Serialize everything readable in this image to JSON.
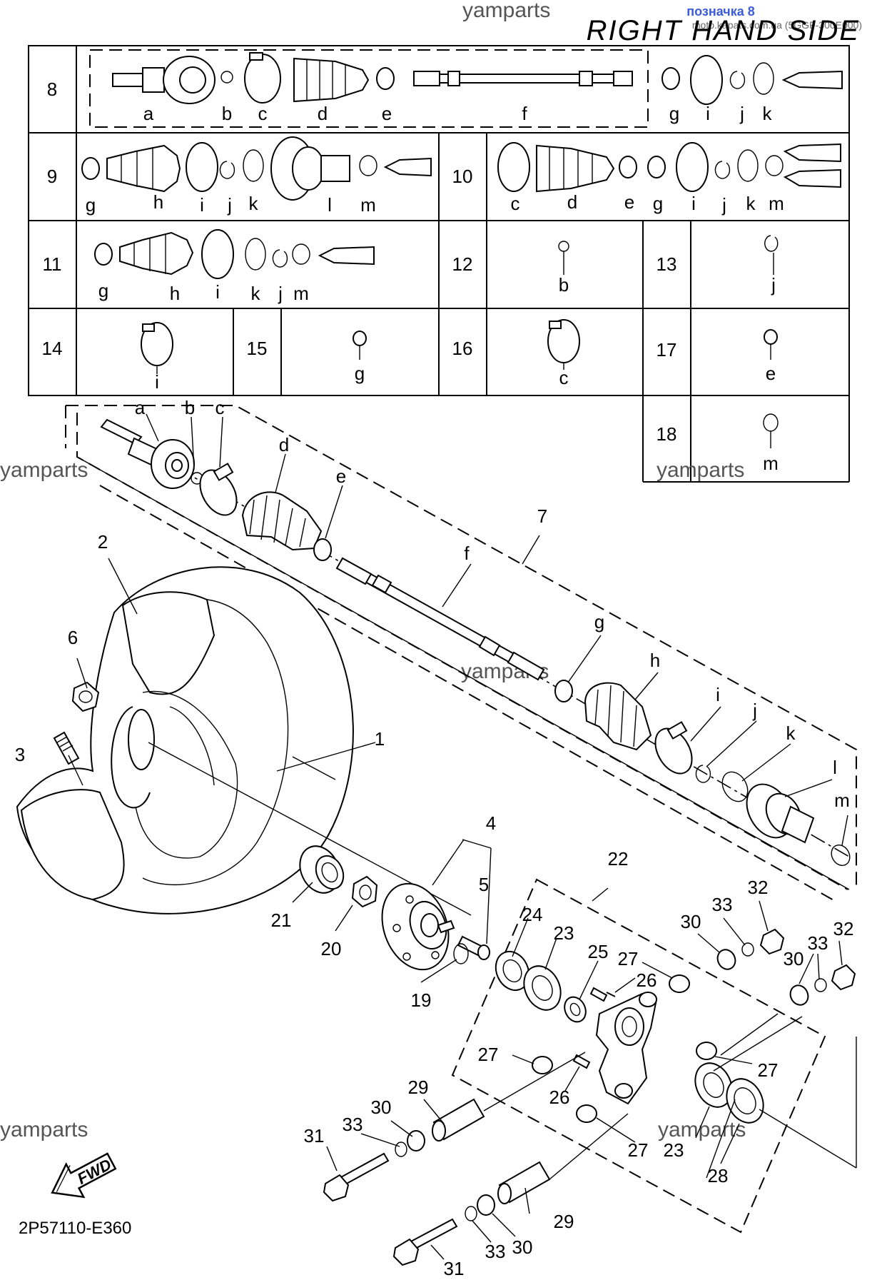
{
  "header": {
    "watermark_top": "yamparts",
    "badge": "позначка 8",
    "source_text": "moto.kapats.com.ua (5GGF-300E000)",
    "title": "RIGHT HAND SIDE"
  },
  "table": {
    "row8": {
      "num": "8",
      "letters": [
        "a",
        "b",
        "c",
        "d",
        "e",
        "f",
        "g",
        "i",
        "j",
        "k"
      ]
    },
    "row9": {
      "num": "9",
      "letters": [
        "g",
        "h",
        "i",
        "j",
        "k",
        "l",
        "m"
      ]
    },
    "row10": {
      "num": "10",
      "letters": [
        "c",
        "d",
        "e",
        "g",
        "i",
        "j",
        "k",
        "m"
      ]
    },
    "row11": {
      "num": "11",
      "letters": [
        "g",
        "h",
        "i",
        "k",
        "j",
        "m"
      ]
    },
    "row12": {
      "num": "12",
      "letter": "b"
    },
    "row13": {
      "num": "13",
      "letter": "j"
    },
    "row14": {
      "num": "14",
      "letter": "i"
    },
    "row15": {
      "num": "15",
      "letter": "g"
    },
    "row16": {
      "num": "16",
      "letter": "c"
    },
    "row17": {
      "num": "17",
      "letter": "e"
    },
    "row18": {
      "num": "18",
      "letter": "m"
    }
  },
  "watermarks": [
    "yamparts",
    "yamparts",
    "yamparts",
    "yamparts",
    "yamparts"
  ],
  "callouts": {
    "a": "a",
    "b": "b",
    "c": "c",
    "d": "d",
    "e": "e",
    "f": "f",
    "g": "g",
    "h": "h",
    "i": "i",
    "j": "j",
    "k": "k",
    "l": "l",
    "m": "m",
    "n1": "1",
    "n2": "2",
    "n3": "3",
    "n4": "4",
    "n5": "5",
    "n6": "6",
    "n7": "7",
    "n19": "19",
    "n20": "20",
    "n21": "21",
    "n22": "22",
    "n23a": "23",
    "n23b": "23",
    "n24": "24",
    "n25": "25",
    "n26a": "26",
    "n26b": "26",
    "n27a": "27",
    "n27b": "27",
    "n27c": "27",
    "n27d": "27",
    "n28": "28",
    "n29a": "29",
    "n29b": "29",
    "n30a": "30",
    "n30b": "30",
    "n30c": "30",
    "n30d": "30",
    "n31a": "31",
    "n31b": "31",
    "n32a": "32",
    "n32b": "32",
    "n33a": "33",
    "n33b": "33",
    "n33c": "33",
    "n33d": "33"
  },
  "fwd_label": "FWD",
  "drawing_code": "2P57110-E360",
  "icons": [
    "fwd-arrow-icon"
  ]
}
